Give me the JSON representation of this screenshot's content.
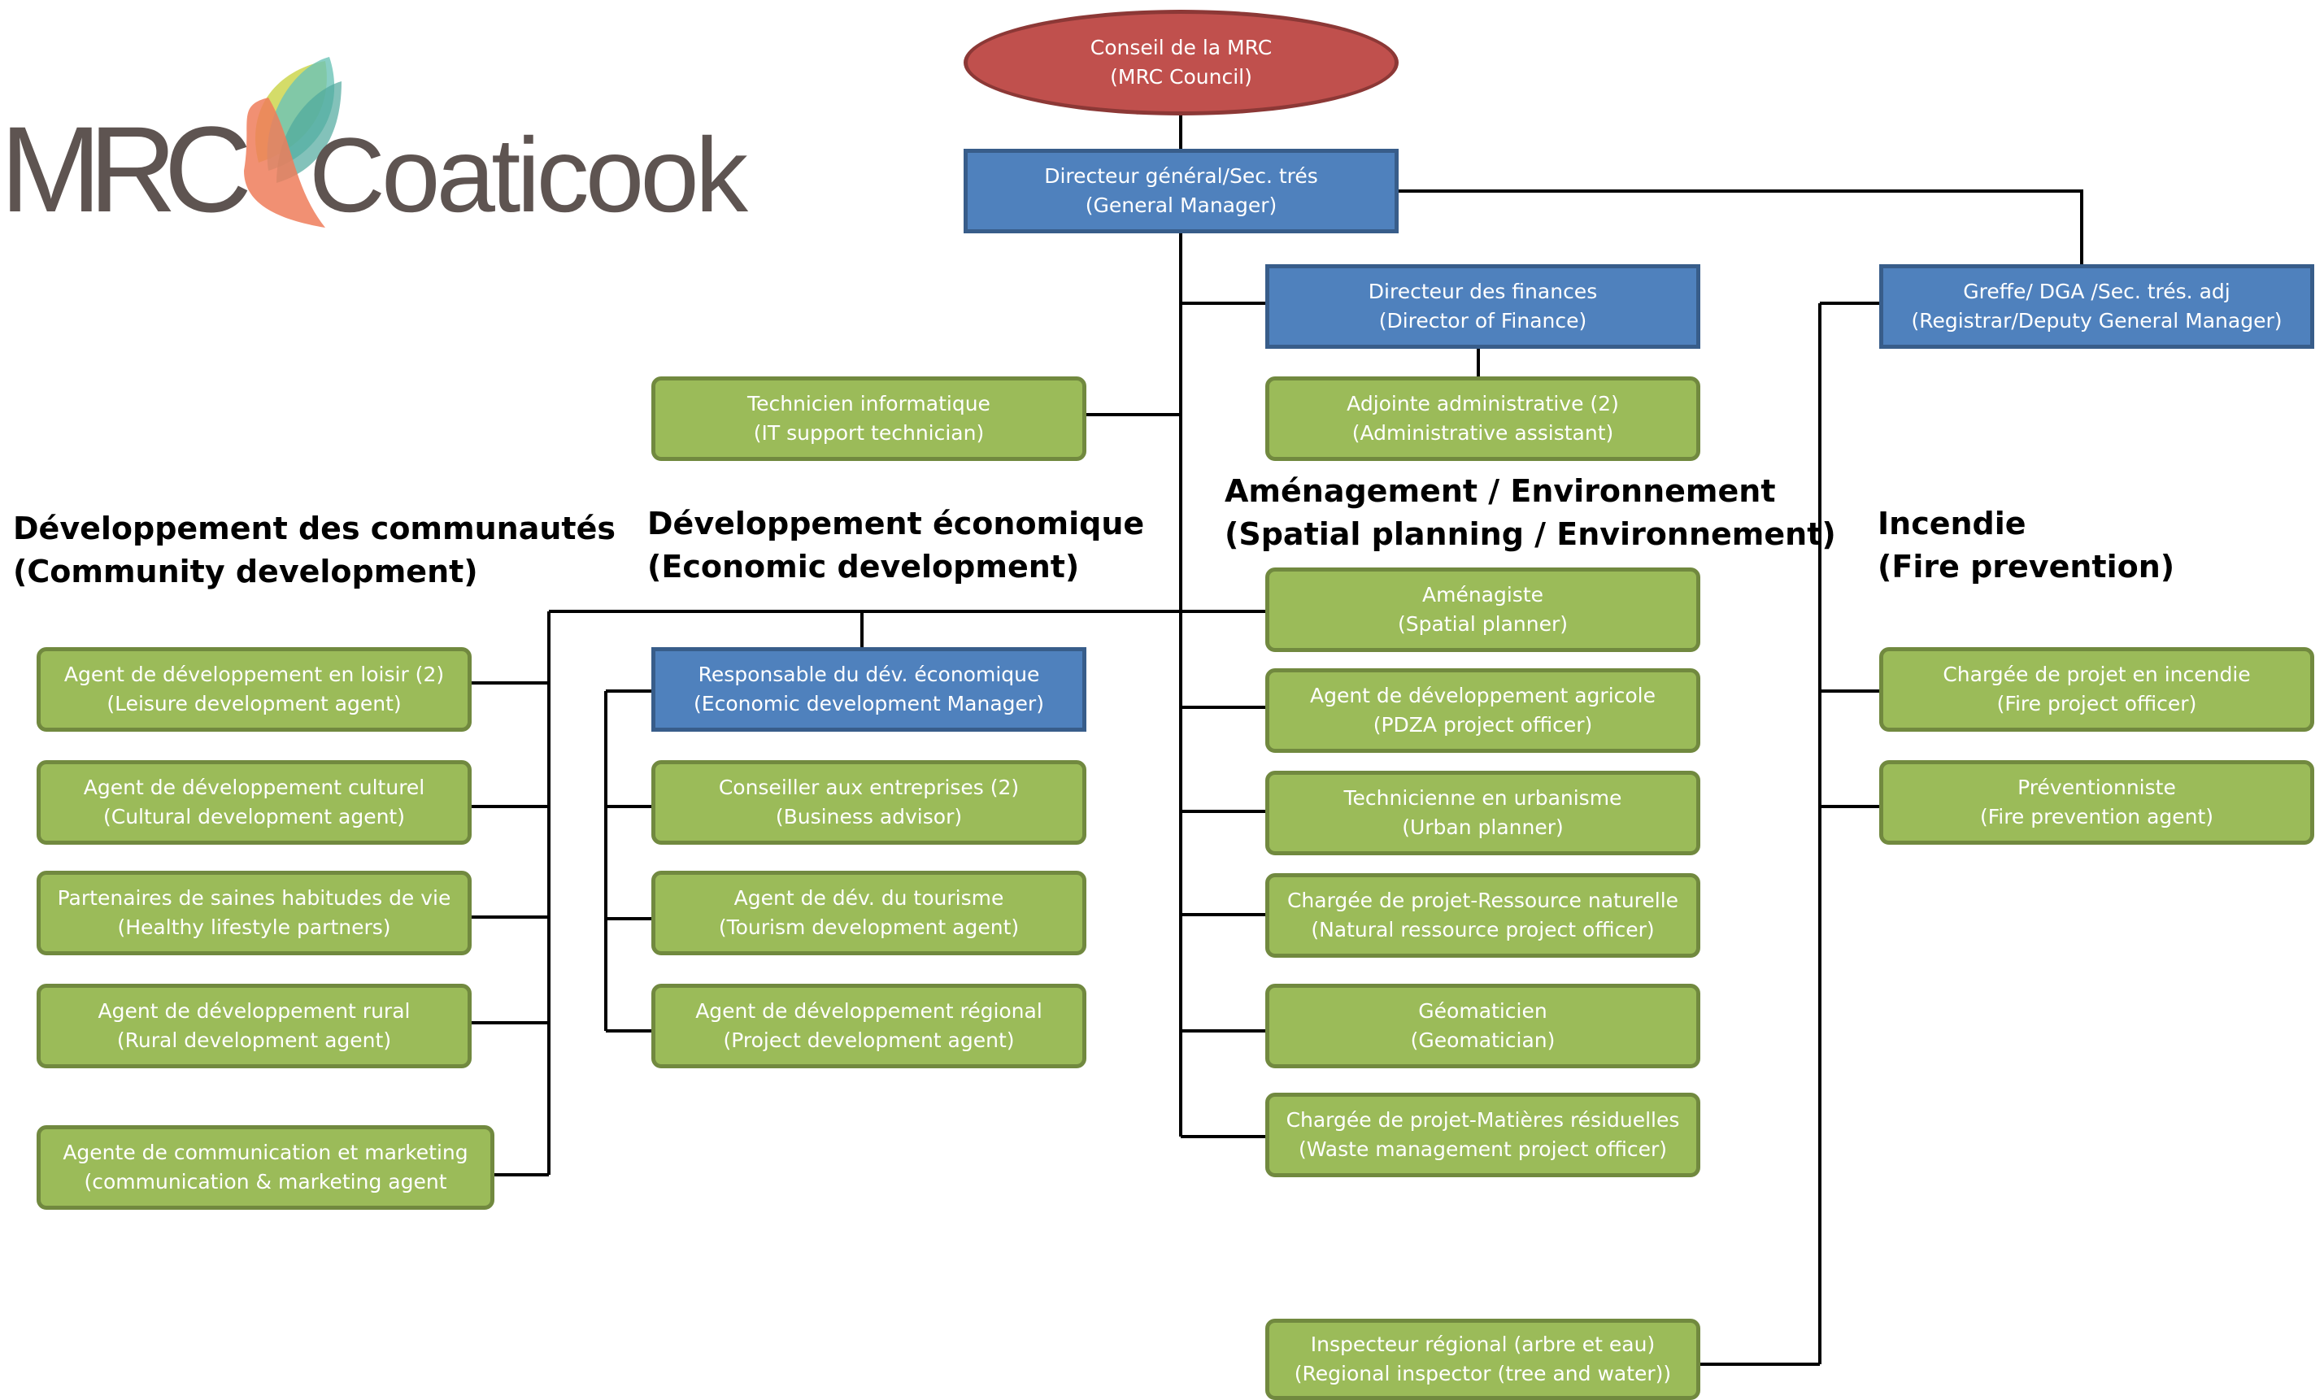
{
  "logo": {
    "text_mrc": "MRC",
    "text_name": "Coaticook"
  },
  "top": {
    "council": [
      "Conseil de la MRC",
      "(MRC Council)"
    ],
    "dg": [
      "Directeur général/Sec. trés",
      "(General Manager)"
    ],
    "finance": [
      "Directeur des finances",
      "(Director of Finance)"
    ],
    "greffe": [
      "Greffe/ DGA /Sec. trés. adj",
      "(Registrar/Deputy General Manager)"
    ],
    "it": [
      "Technicien informatique",
      "(IT support technician)"
    ],
    "admin": [
      "Adjointe administrative (2)",
      "(Administrative assistant)"
    ]
  },
  "sections": {
    "community": [
      "Développement des communautés",
      "(Community development)"
    ],
    "economic": [
      "Développement économique",
      "(Economic development)"
    ],
    "planning": [
      "Aménagement  / Environnement",
      "(Spatial planning / Environnement)"
    ],
    "fire": [
      "Incendie",
      "(Fire prevention)"
    ]
  },
  "community": [
    [
      "Agent de développement en loisir (2)",
      "(Leisure development agent)"
    ],
    [
      "Agent de développement culturel",
      "(Cultural development agent)"
    ],
    [
      "Partenaires de saines habitudes de vie",
      "(Healthy lifestyle partners)"
    ],
    [
      "Agent de développement rural",
      "(Rural development agent)"
    ],
    [
      "Agente de communication et marketing",
      "(communication & marketing agent"
    ]
  ],
  "economic": {
    "manager": [
      "Responsable du dév. économique",
      "(Economic development Manager)"
    ],
    "staff": [
      [
        "Conseiller aux entreprises (2)",
        "(Business advisor)"
      ],
      [
        "Agent de dév. du tourisme",
        "(Tourism development agent)"
      ],
      [
        "Agent de développement régional",
        "(Project development agent)"
      ]
    ]
  },
  "planning": [
    [
      "Aménagiste",
      "(Spatial planner)"
    ],
    [
      "Agent de développement agricole",
      "(PDZA project officer)"
    ],
    [
      "Technicienne en urbanisme",
      "(Urban planner)"
    ],
    [
      "Chargée de projet-Ressource naturelle",
      "(Natural ressource project officer)"
    ],
    [
      "Géomaticien",
      "(Geomatician)"
    ],
    [
      "Chargée de projet-Matières résiduelles",
      "(Waste management project officer)"
    ]
  ],
  "fire": [
    [
      "Chargée de projet en incendie",
      "(Fire project officer)"
    ],
    [
      "Préventionniste",
      "(Fire prevention agent)"
    ]
  ],
  "inspector": [
    "Inspecteur régional (arbre et eau)",
    "(Regional inspector (tree and water))"
  ],
  "colors": {
    "green_fill": "#9bbb59",
    "green_border": "#71893f",
    "blue_fill": "#4f81bd",
    "blue_border": "#385d8a",
    "red_fill": "#c0504d",
    "red_border": "#8c3836"
  }
}
